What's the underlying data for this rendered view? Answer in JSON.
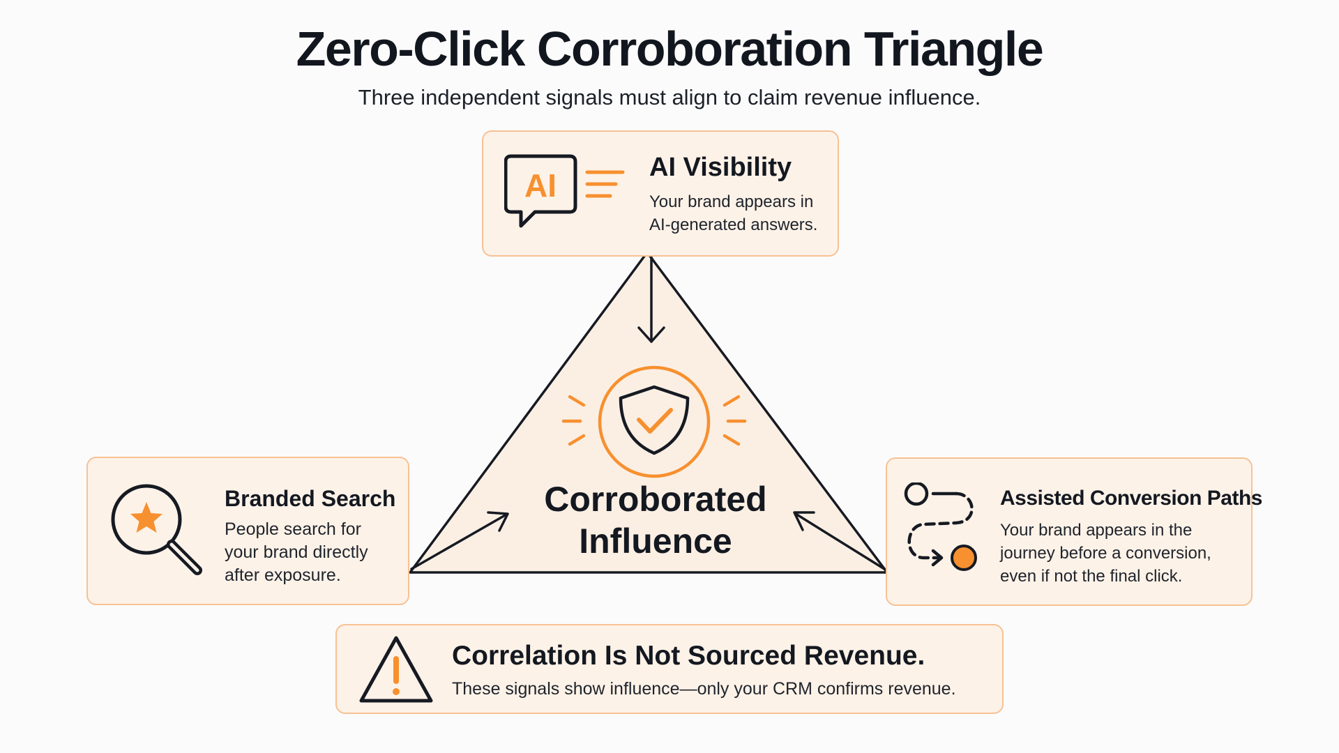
{
  "header": {
    "title": "Zero-Click Corroboration Triangle",
    "subtitle": "Three independent signals must align to claim revenue influence."
  },
  "nodes": {
    "ai_visibility": {
      "icon": "ai-chat-bubble-icon",
      "icon_text": "AI",
      "title": "AI Visibility",
      "description": "Your brand appears in\nAI-generated answers."
    },
    "branded_search": {
      "icon": "search-star-icon",
      "title": "Branded Search",
      "description": "People search for\nyour brand directly\nafter exposure."
    },
    "assisted_conversion": {
      "icon": "conversion-path-icon",
      "title": "Assisted Conversion Paths",
      "description": "Your brand appears in the\njourney before a conversion,\neven if not the final click."
    },
    "center": {
      "icon": "shield-check-icon",
      "label": "Corroborated\nInfluence"
    }
  },
  "warning": {
    "icon": "warning-triangle-icon",
    "title": "Correlation Is Not Sourced Revenue.",
    "description": "These signals show influence—only your CRM confirms revenue."
  },
  "colors": {
    "accent": "#f7902f",
    "card_bg": "#fdf2e8",
    "card_border": "#f7c193",
    "triangle_fill": "#fbefe4",
    "ink": "#161a22"
  }
}
